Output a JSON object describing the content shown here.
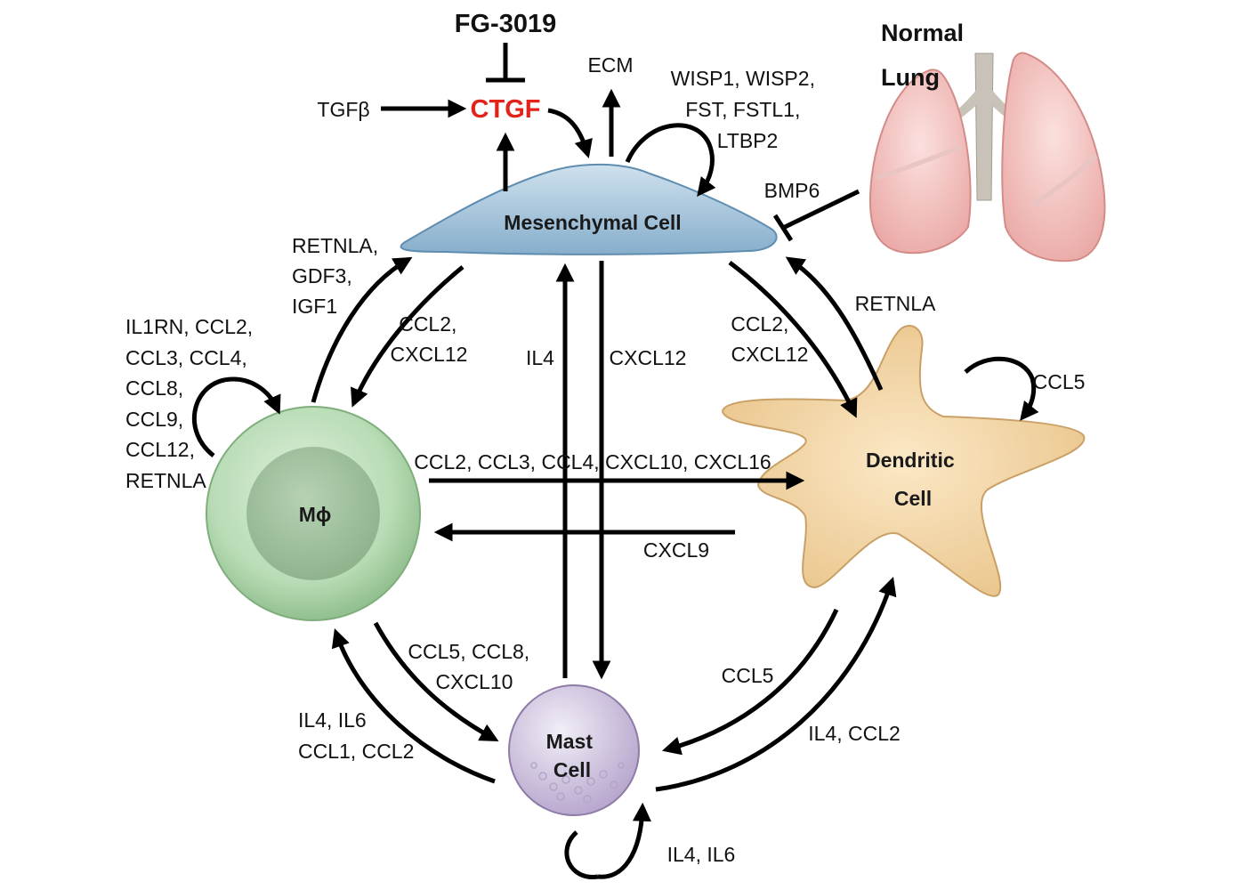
{
  "drug": {
    "name": "FG-3019"
  },
  "ctgf": {
    "label": "CTGF",
    "color": "#e2231a"
  },
  "tgf": {
    "label": "TGFβ"
  },
  "ecm": {
    "label": "ECM"
  },
  "autocrine_mesenchymal": {
    "lines": [
      "WISP1, WISP2,",
      "FST, FSTL1,",
      "LTBP2"
    ]
  },
  "lung": {
    "title_lines": [
      "Normal",
      "Lung"
    ]
  },
  "bmp6": {
    "label": "BMP6",
    "color": "#2e7fbf"
  },
  "cells": {
    "mesenchymal": {
      "label": "Mesenchymal Cell",
      "color": "#a8c8e0"
    },
    "macrophage": {
      "label": "Mϕ",
      "color": "#b7dab7"
    },
    "dendritic": {
      "label_lines": [
        "Dendritic",
        "Cell"
      ],
      "color": "#f3d8a8"
    },
    "mast": {
      "label_lines": [
        "Mast",
        "Cell"
      ],
      "color": "#d8cde6"
    }
  },
  "signals": {
    "mac_to_mes": [
      "RETNLA,",
      "GDF3,",
      "IGF1"
    ],
    "mes_to_mac": [
      "CCL2,",
      "CXCL12"
    ],
    "mac_autocrine": [
      "IL1RN, CCL2,",
      "CCL3, CCL4,",
      "CCL8,",
      "CCL9,",
      "CCL12,",
      "RETNLA"
    ],
    "mast_to_mes": "IL4",
    "mes_to_mast": "CXCL12",
    "mes_to_dc": [
      "CCL2,",
      "CXCL12"
    ],
    "dc_to_mes": "RETNLA",
    "dc_autocrine": "CCL5",
    "mac_to_dc": "CCL2, CCL3, CCL4, CXCL10, CXCL16",
    "dc_to_mac": "CXCL9",
    "mac_to_mast": [
      "CCL5, CCL8,",
      "CXCL10"
    ],
    "mast_to_mac": [
      "IL4, IL6",
      "CCL1, CCL2"
    ],
    "mast_to_dc": "CCL5",
    "dc_to_mast": "IL4, CCL2",
    "mast_autocrine": "IL4, IL6"
  }
}
